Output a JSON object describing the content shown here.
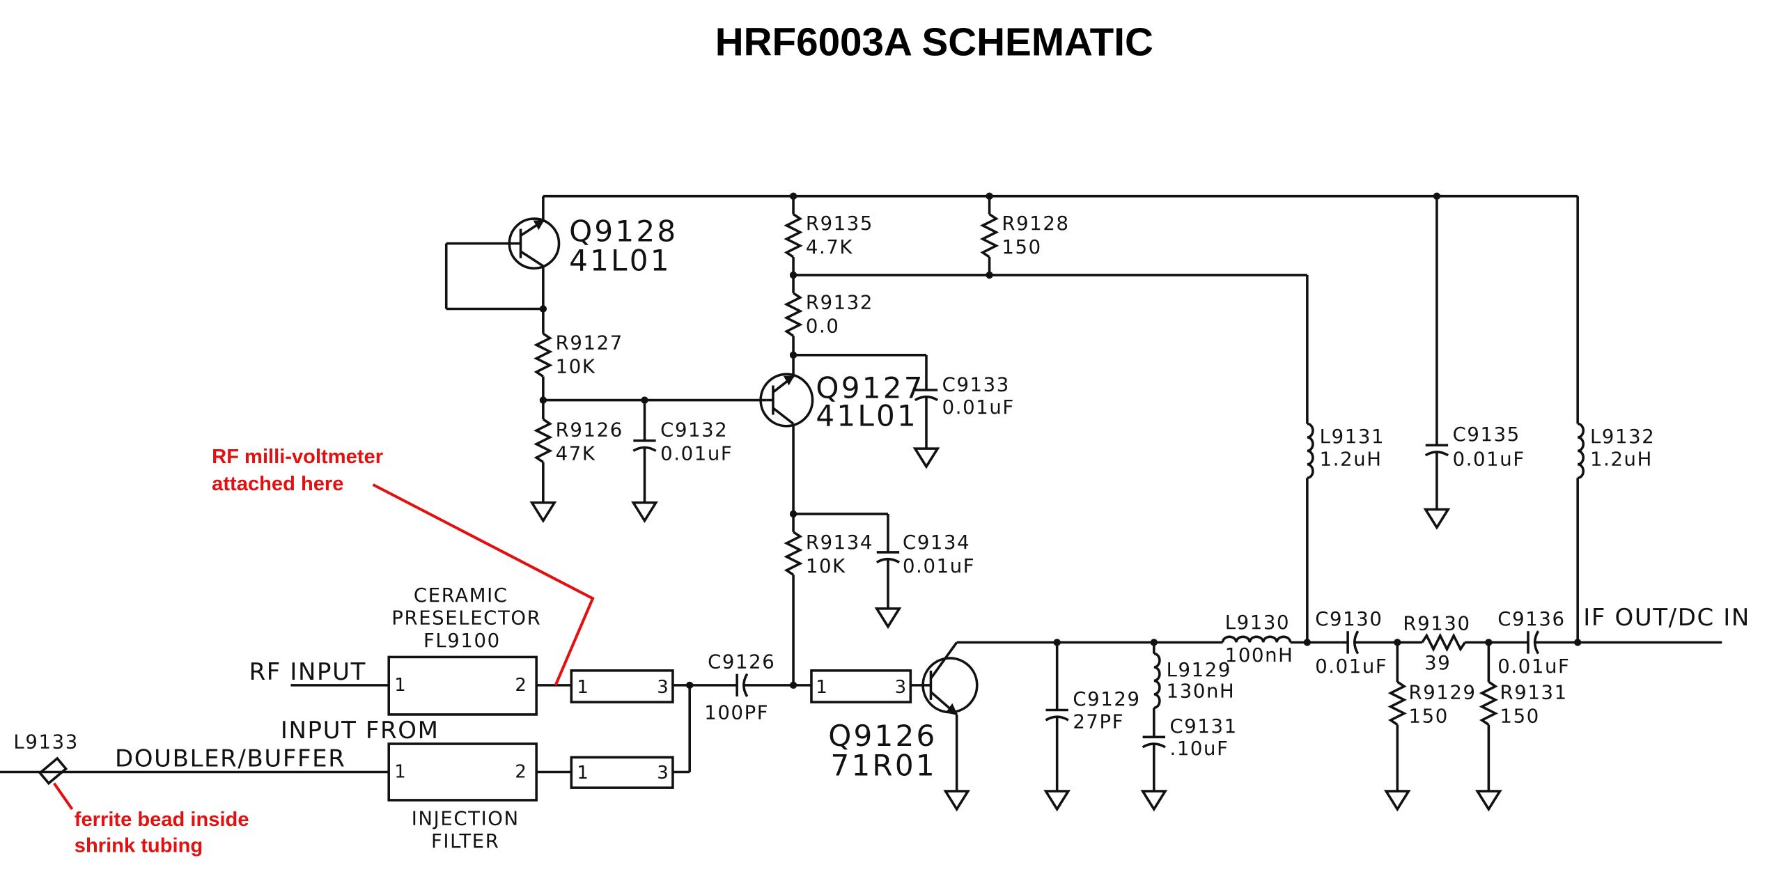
{
  "title": "HRF6003A SCHEMATIC",
  "components": {
    "q9128": {
      "ref": "Q9128",
      "part": "41L01"
    },
    "q9127": {
      "ref": "Q9127",
      "part": "41L01"
    },
    "q9126": {
      "ref": "Q9126",
      "part": "71R01"
    },
    "r9135": {
      "ref": "R9135",
      "value": "4.7K"
    },
    "r9128": {
      "ref": "R9128",
      "value": "150"
    },
    "r9132": {
      "ref": "R9132",
      "value": "0.0"
    },
    "r9127": {
      "ref": "R9127",
      "value": "10K"
    },
    "r9126": {
      "ref": "R9126",
      "value": "47K"
    },
    "r9134": {
      "ref": "R9134",
      "value": "10K"
    },
    "r9130": {
      "ref": "R9130",
      "value": "39"
    },
    "r9129": {
      "ref": "R9129",
      "value": "150"
    },
    "r9131": {
      "ref": "R9131",
      "value": "150"
    },
    "c9133": {
      "ref": "C9133",
      "value": "0.01uF"
    },
    "c9132": {
      "ref": "C9132",
      "value": "0.01uF"
    },
    "c9134": {
      "ref": "C9134",
      "value": "0.01uF"
    },
    "c9135": {
      "ref": "C9135",
      "value": "0.01uF"
    },
    "c9126": {
      "ref": "C9126",
      "value": "100PF"
    },
    "c9129": {
      "ref": "C9129",
      "value": "27PF"
    },
    "c9131": {
      "ref": "C9131",
      "value": ".10uF"
    },
    "c9130": {
      "ref": "C9130",
      "value": "0.01uF"
    },
    "c9136": {
      "ref": "C9136",
      "value": "0.01uF"
    },
    "l9131": {
      "ref": "L9131",
      "value": "1.2uH"
    },
    "l9132": {
      "ref": "L9132",
      "value": "1.2uH"
    },
    "l9130": {
      "ref": "L9130",
      "value": "100nH"
    },
    "l9129": {
      "ref": "L9129",
      "value": "130nH"
    },
    "l9133": {
      "ref": "L9133"
    }
  },
  "blocks": {
    "preselector": {
      "line1": "CERAMIC",
      "line2": "PRESELECTOR",
      "line3": "FL9100",
      "pin_in": "1",
      "pin_out": "2"
    },
    "injection": {
      "line1": "INJECTION",
      "line2": "FILTER",
      "pin_in": "1",
      "pin_out": "2"
    },
    "filter_a": {
      "pin_in": "1",
      "pin_out": "3"
    },
    "filter_b": {
      "pin_in": "1",
      "pin_out": "3"
    },
    "filter_c": {
      "pin_in": "1",
      "pin_out": "3"
    }
  },
  "ports": {
    "rf_input": "RF INPUT",
    "input_from_line1": "INPUT FROM",
    "input_from_line2": "DOUBLER/BUFFER",
    "if_out": "IF OUT/DC IN"
  },
  "annotations": {
    "meter_line1": "RF milli-voltmeter",
    "meter_line2": "attached here",
    "bead_line1": "ferrite bead inside",
    "bead_line2": "shrink tubing"
  },
  "colors": {
    "annotation": "#e31010",
    "ink": "#111111"
  }
}
